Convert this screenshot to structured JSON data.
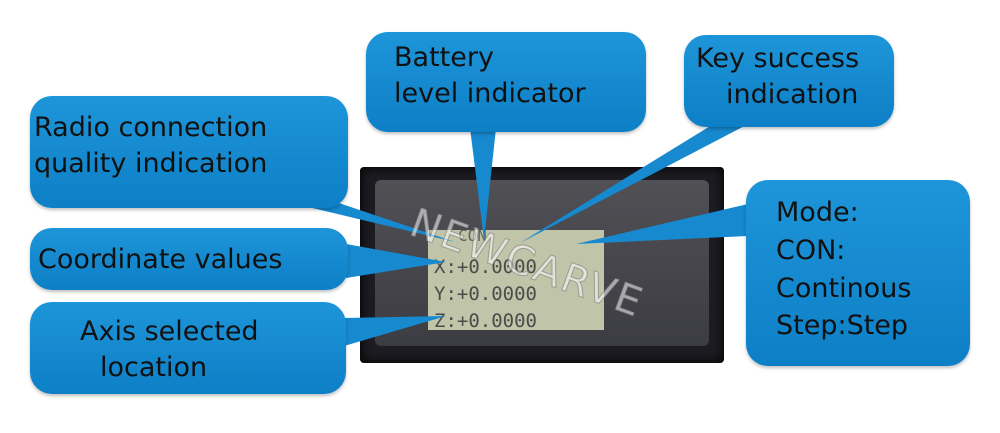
{
  "callouts": {
    "radio": [
      "Radio connection",
      "quality indication"
    ],
    "battery": [
      "Battery",
      "level indicator"
    ],
    "key": [
      "Key success",
      "indication"
    ],
    "coordinates": "Coordinate values",
    "axis": [
      "Axis selected",
      "location"
    ],
    "mode": [
      "Mode:",
      "CON:",
      "Continous",
      "Step:Step"
    ]
  },
  "lcd": {
    "status": "CON",
    "x_line": "X:+0.0000",
    "y_line": "Y:+0.0000",
    "z_line": "Z:+0.0000"
  },
  "watermark": "NEWCARVE",
  "colors": {
    "callout": "#1a8cd3",
    "lcd_background": "#c0c4a8",
    "frame": "#1c1c22"
  }
}
